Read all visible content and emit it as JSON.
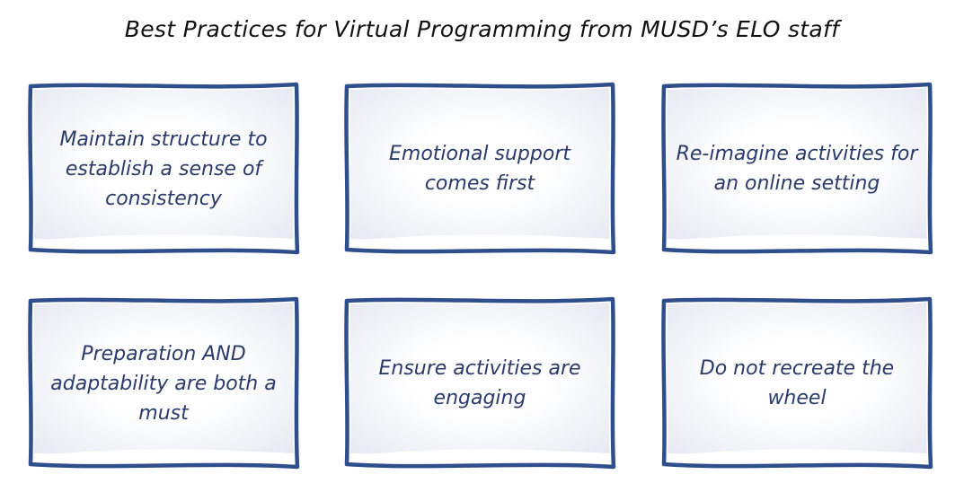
{
  "title": "Best Practices for Virtual Programming from MUSD’s ELO staff",
  "colors": {
    "border": "#2f4f8c",
    "card_fill_light": "#ffffff",
    "card_fill_dark": "#e4e7f0",
    "card_text": "#2a3a6a",
    "title_text": "#111111"
  },
  "cards": [
    {
      "text": "Maintain structure to establish a sense of consistency"
    },
    {
      "text": "Emotional support comes first"
    },
    {
      "text": "Re-imagine activities for an online setting"
    },
    {
      "text": "Preparation AND adaptability are both a must"
    },
    {
      "text": "Ensure activities are engaging"
    },
    {
      "text": "Do not recreate the wheel"
    }
  ]
}
